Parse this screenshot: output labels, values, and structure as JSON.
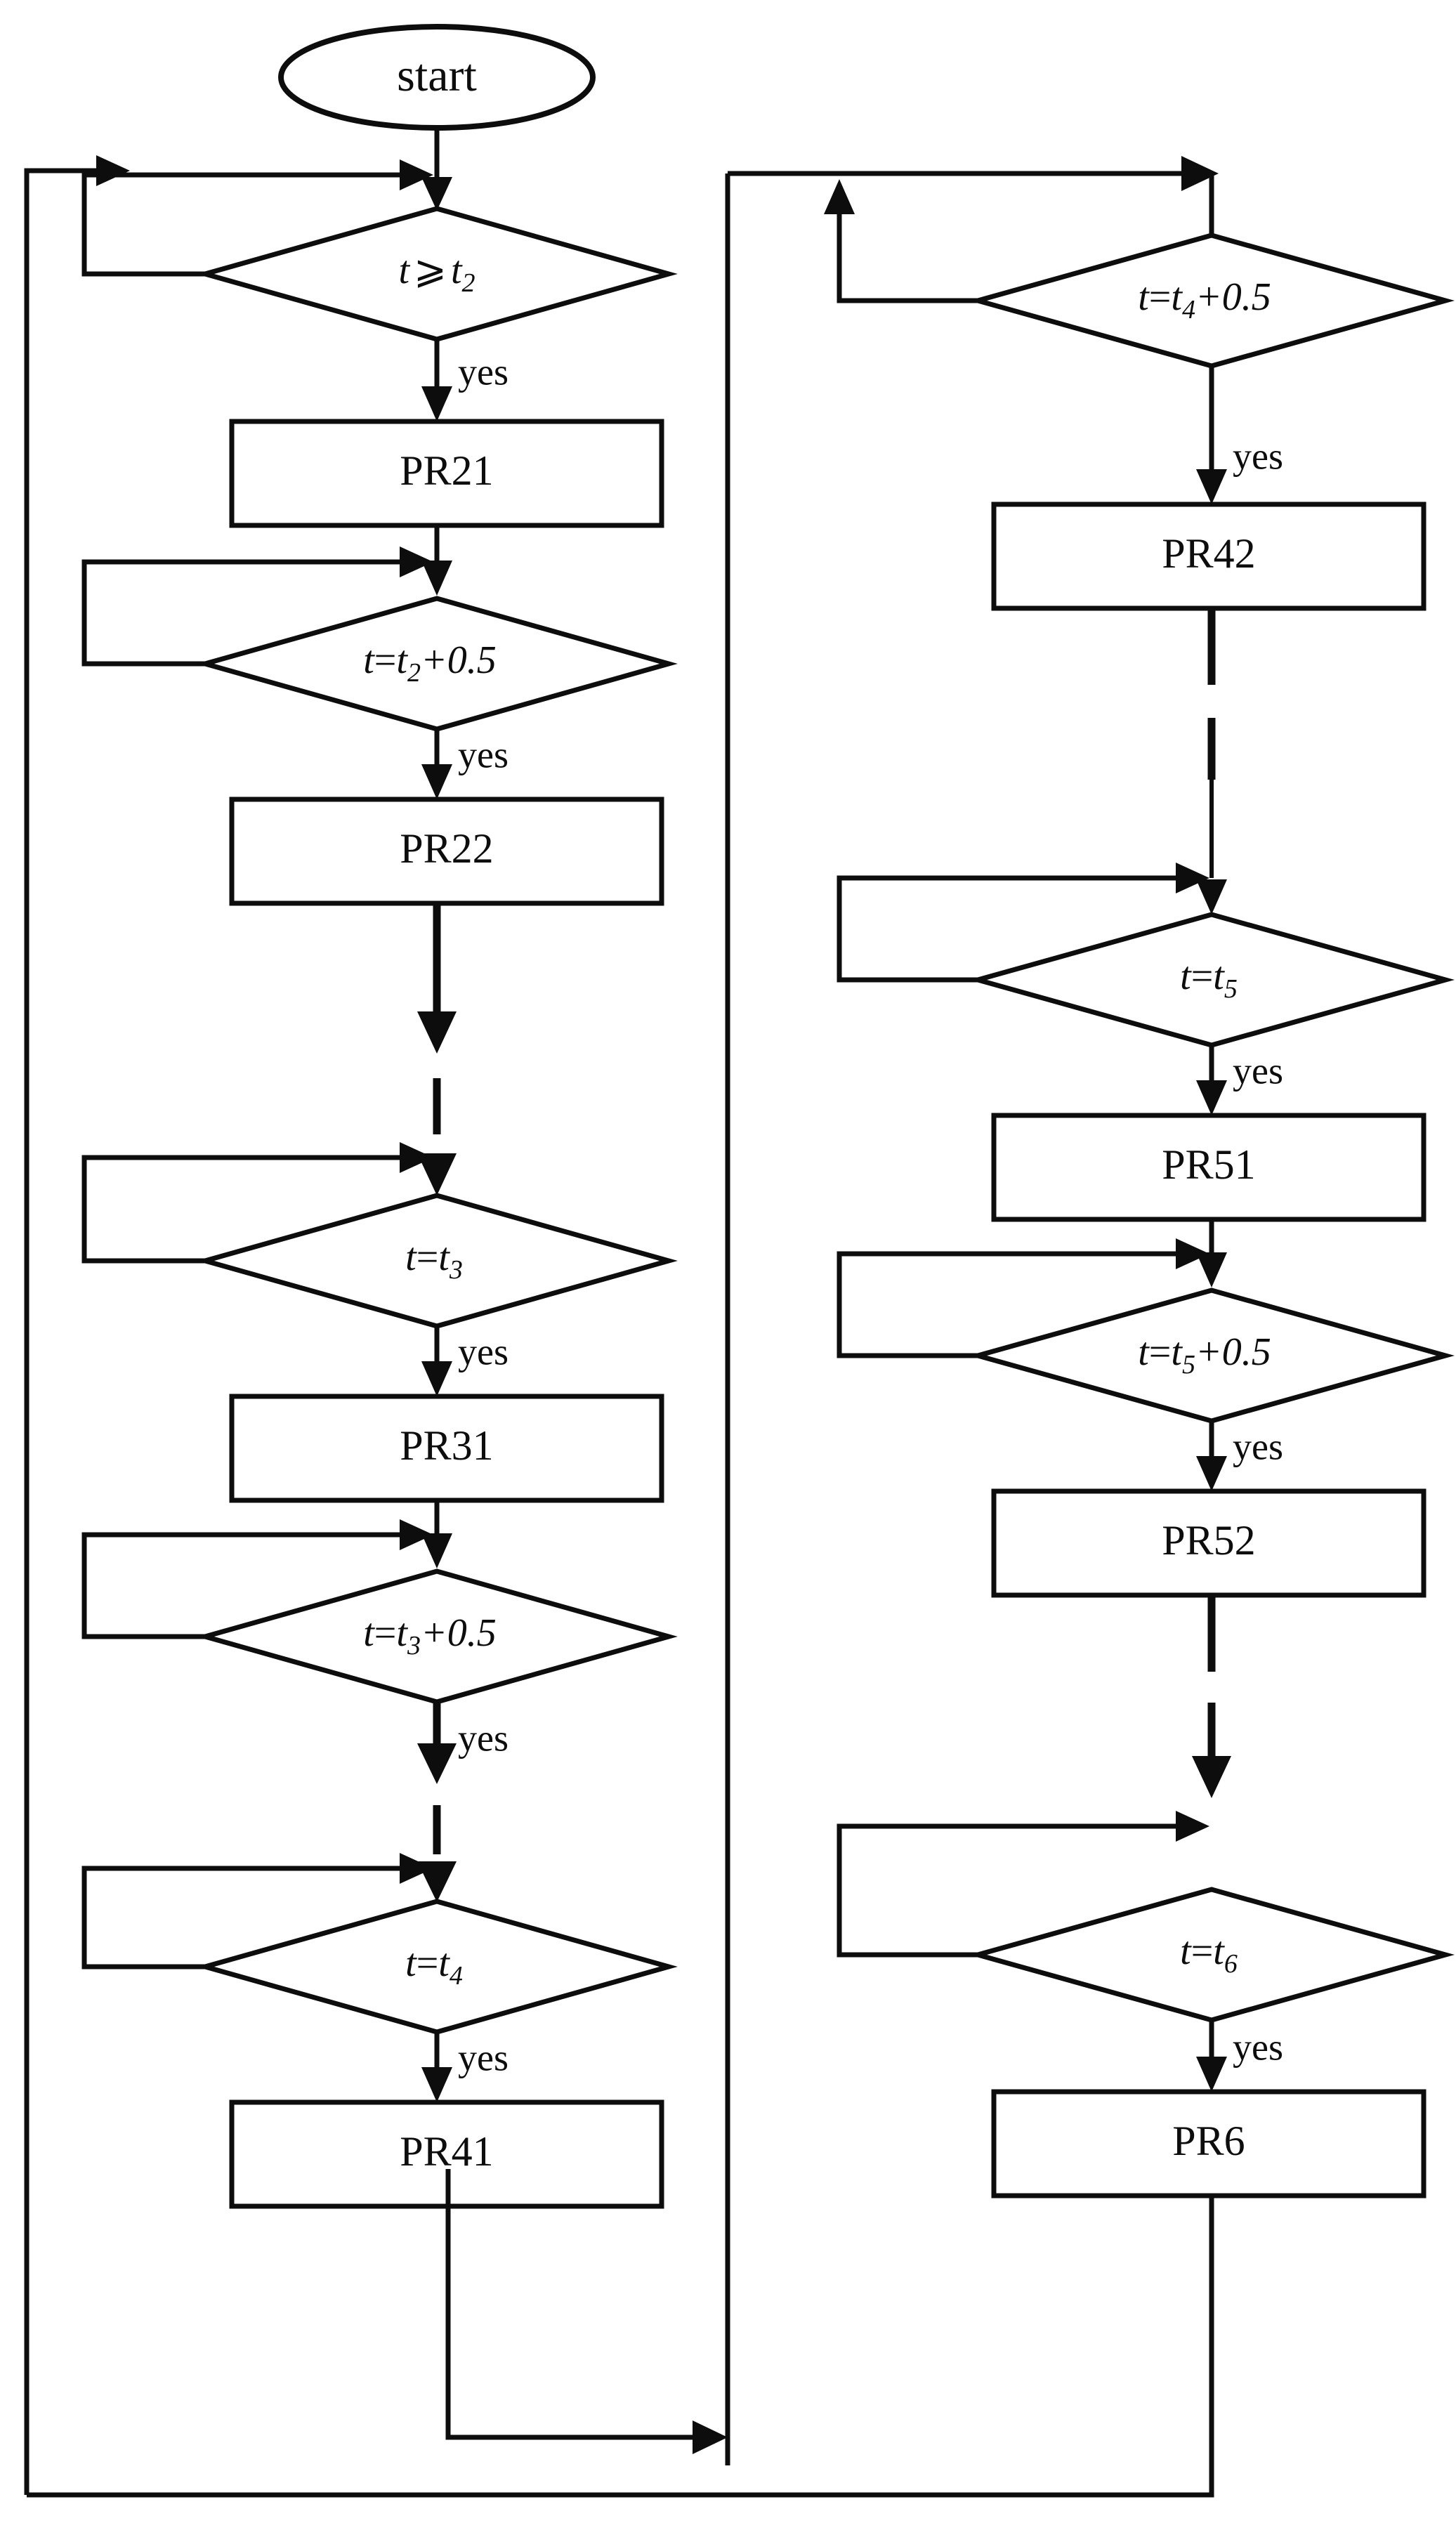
{
  "diagram": {
    "type": "flowchart",
    "title": "",
    "colors": {
      "stroke": "#0d0d0d",
      "fill": "#ffffff",
      "background": "#ffffff"
    },
    "yes_label": "yes",
    "start_label": "start",
    "nodes": [
      {
        "id": "start",
        "kind": "terminator",
        "label": "start"
      },
      {
        "id": "d1",
        "kind": "decision",
        "label": "t⩾t2",
        "var": "t",
        "op": "⩾",
        "ref": "t",
        "sub": "2",
        "offset": ""
      },
      {
        "id": "p1",
        "kind": "process",
        "label": "PR21"
      },
      {
        "id": "d2",
        "kind": "decision",
        "label": "t=t2+0.5",
        "var": "t",
        "op": "=",
        "ref": "t",
        "sub": "2",
        "offset": "+0.5"
      },
      {
        "id": "p2",
        "kind": "process",
        "label": "PR22"
      },
      {
        "id": "d3",
        "kind": "decision",
        "label": "t=t3",
        "var": "t",
        "op": "=",
        "ref": "t",
        "sub": "3",
        "offset": ""
      },
      {
        "id": "p3",
        "kind": "process",
        "label": "PR31"
      },
      {
        "id": "d4",
        "kind": "decision",
        "label": "t=t3+0.5",
        "var": "t",
        "op": "=",
        "ref": "t",
        "sub": "3",
        "offset": "+0.5"
      },
      {
        "id": "d5",
        "kind": "decision",
        "label": "t=t4",
        "var": "t",
        "op": "=",
        "ref": "t",
        "sub": "4",
        "offset": ""
      },
      {
        "id": "p4",
        "kind": "process",
        "label": "PR41"
      },
      {
        "id": "d6",
        "kind": "decision",
        "label": "t=t4+0.5",
        "var": "t",
        "op": "=",
        "ref": "t",
        "sub": "4",
        "offset": "+0.5"
      },
      {
        "id": "p5",
        "kind": "process",
        "label": "PR42"
      },
      {
        "id": "d7",
        "kind": "decision",
        "label": "t=t5",
        "var": "t",
        "op": "=",
        "ref": "t",
        "sub": "5",
        "offset": ""
      },
      {
        "id": "p6",
        "kind": "process",
        "label": "PR51"
      },
      {
        "id": "d8",
        "kind": "decision",
        "label": "t=t5+0.5",
        "var": "t",
        "op": "=",
        "ref": "t",
        "sub": "5",
        "offset": "+0.5"
      },
      {
        "id": "p7",
        "kind": "process",
        "label": "PR52"
      },
      {
        "id": "d9",
        "kind": "decision",
        "label": "t=t6",
        "var": "t",
        "op": "=",
        "ref": "t",
        "sub": "6",
        "offset": ""
      },
      {
        "id": "p8",
        "kind": "process",
        "label": "PR6"
      }
    ],
    "edges": [
      {
        "from": "start",
        "to": "d1",
        "label": "",
        "style": "solid"
      },
      {
        "from": "d1",
        "to": "p1",
        "label": "yes",
        "style": "solid"
      },
      {
        "from": "d1",
        "to": "d1",
        "label": "",
        "style": "loop"
      },
      {
        "from": "p1",
        "to": "d2",
        "label": "",
        "style": "solid"
      },
      {
        "from": "d2",
        "to": "p2",
        "label": "yes",
        "style": "solid"
      },
      {
        "from": "d2",
        "to": "d2",
        "label": "",
        "style": "loop"
      },
      {
        "from": "p2",
        "to": "d3",
        "label": "",
        "style": "dashed"
      },
      {
        "from": "d3",
        "to": "p3",
        "label": "yes",
        "style": "solid"
      },
      {
        "from": "d3",
        "to": "d3",
        "label": "",
        "style": "loop"
      },
      {
        "from": "p3",
        "to": "d4",
        "label": "",
        "style": "solid"
      },
      {
        "from": "d4",
        "to": "d5",
        "label": "yes",
        "style": "dashed"
      },
      {
        "from": "d4",
        "to": "d4",
        "label": "",
        "style": "loop"
      },
      {
        "from": "d5",
        "to": "p4",
        "label": "yes",
        "style": "solid"
      },
      {
        "from": "d5",
        "to": "d5",
        "label": "",
        "style": "loop"
      },
      {
        "from": "p4",
        "to": "d6",
        "label": "",
        "style": "solid"
      },
      {
        "from": "d6",
        "to": "p5",
        "label": "yes",
        "style": "solid"
      },
      {
        "from": "d6",
        "to": "d6",
        "label": "",
        "style": "loop"
      },
      {
        "from": "p5",
        "to": "d7",
        "label": "",
        "style": "dashed"
      },
      {
        "from": "d7",
        "to": "p6",
        "label": "yes",
        "style": "solid"
      },
      {
        "from": "d7",
        "to": "d7",
        "label": "",
        "style": "loop"
      },
      {
        "from": "p6",
        "to": "d8",
        "label": "",
        "style": "solid"
      },
      {
        "from": "d8",
        "to": "p7",
        "label": "yes",
        "style": "solid"
      },
      {
        "from": "d8",
        "to": "d8",
        "label": "",
        "style": "loop"
      },
      {
        "from": "p7",
        "to": "d9",
        "label": "",
        "style": "dashed"
      },
      {
        "from": "d9",
        "to": "p8",
        "label": "yes",
        "style": "solid"
      },
      {
        "from": "d9",
        "to": "d9",
        "label": "",
        "style": "loop"
      },
      {
        "from": "p8",
        "to": "d1",
        "label": "",
        "style": "solid"
      }
    ]
  }
}
